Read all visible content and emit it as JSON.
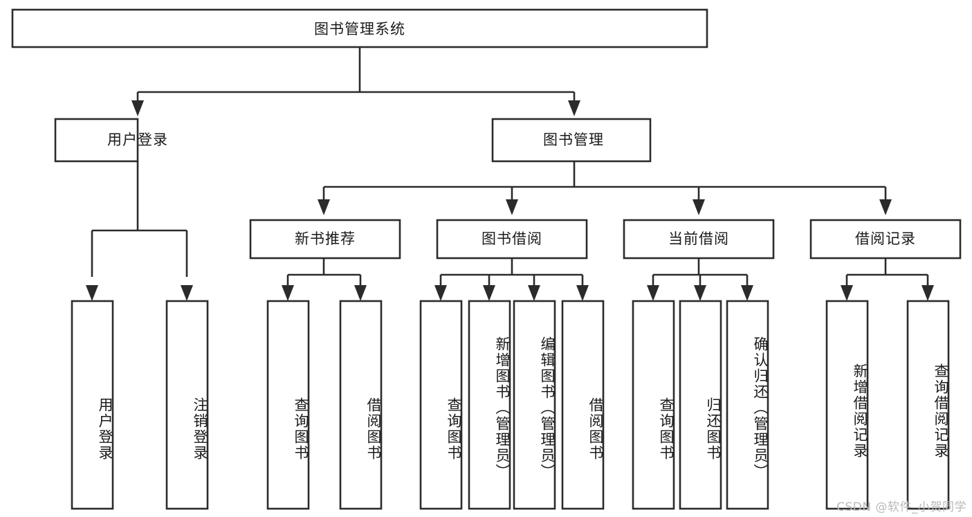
{
  "diagram": {
    "title": "图书管理系统",
    "type": "tree",
    "watermark": "CSDN @软件_小贺同学",
    "colors": {
      "background": "#ffffff",
      "stroke": "#2b2b2b",
      "node_fill": "#ffffff",
      "text": "#1a1a1a",
      "watermark": "#b9b9b9"
    },
    "nodes": {
      "root": "图书管理系统",
      "level2": [
        "用户登录",
        "图书管理"
      ],
      "level3": [
        "新书推荐",
        "图书借阅",
        "当前借阅",
        "借阅记录"
      ],
      "leaves": [
        "用户登录",
        "注销登录",
        "查询图书",
        "借阅图书",
        "查询图书",
        "新增图书（管理员）",
        "编辑图书（管理员）",
        "借阅图书",
        "查询图书",
        "归还图书",
        "确认归还（管理员）",
        "新增借阅记录",
        "查询借阅记录"
      ]
    },
    "structure": [
      {
        "label": "用户登录",
        "children": [
          "用户登录",
          "注销登录"
        ]
      },
      {
        "label": "图书管理",
        "children": [
          {
            "label": "新书推荐",
            "children": [
              "查询图书",
              "借阅图书"
            ]
          },
          {
            "label": "图书借阅",
            "children": [
              "查询图书",
              "新增图书（管理员）",
              "编辑图书（管理员）",
              "借阅图书"
            ]
          },
          {
            "label": "当前借阅",
            "children": [
              "查询图书",
              "归还图书",
              "确认归还（管理员）"
            ]
          },
          {
            "label": "借阅记录",
            "children": [
              "新增借阅记录",
              "查询借阅记录"
            ]
          }
        ]
      }
    ]
  }
}
